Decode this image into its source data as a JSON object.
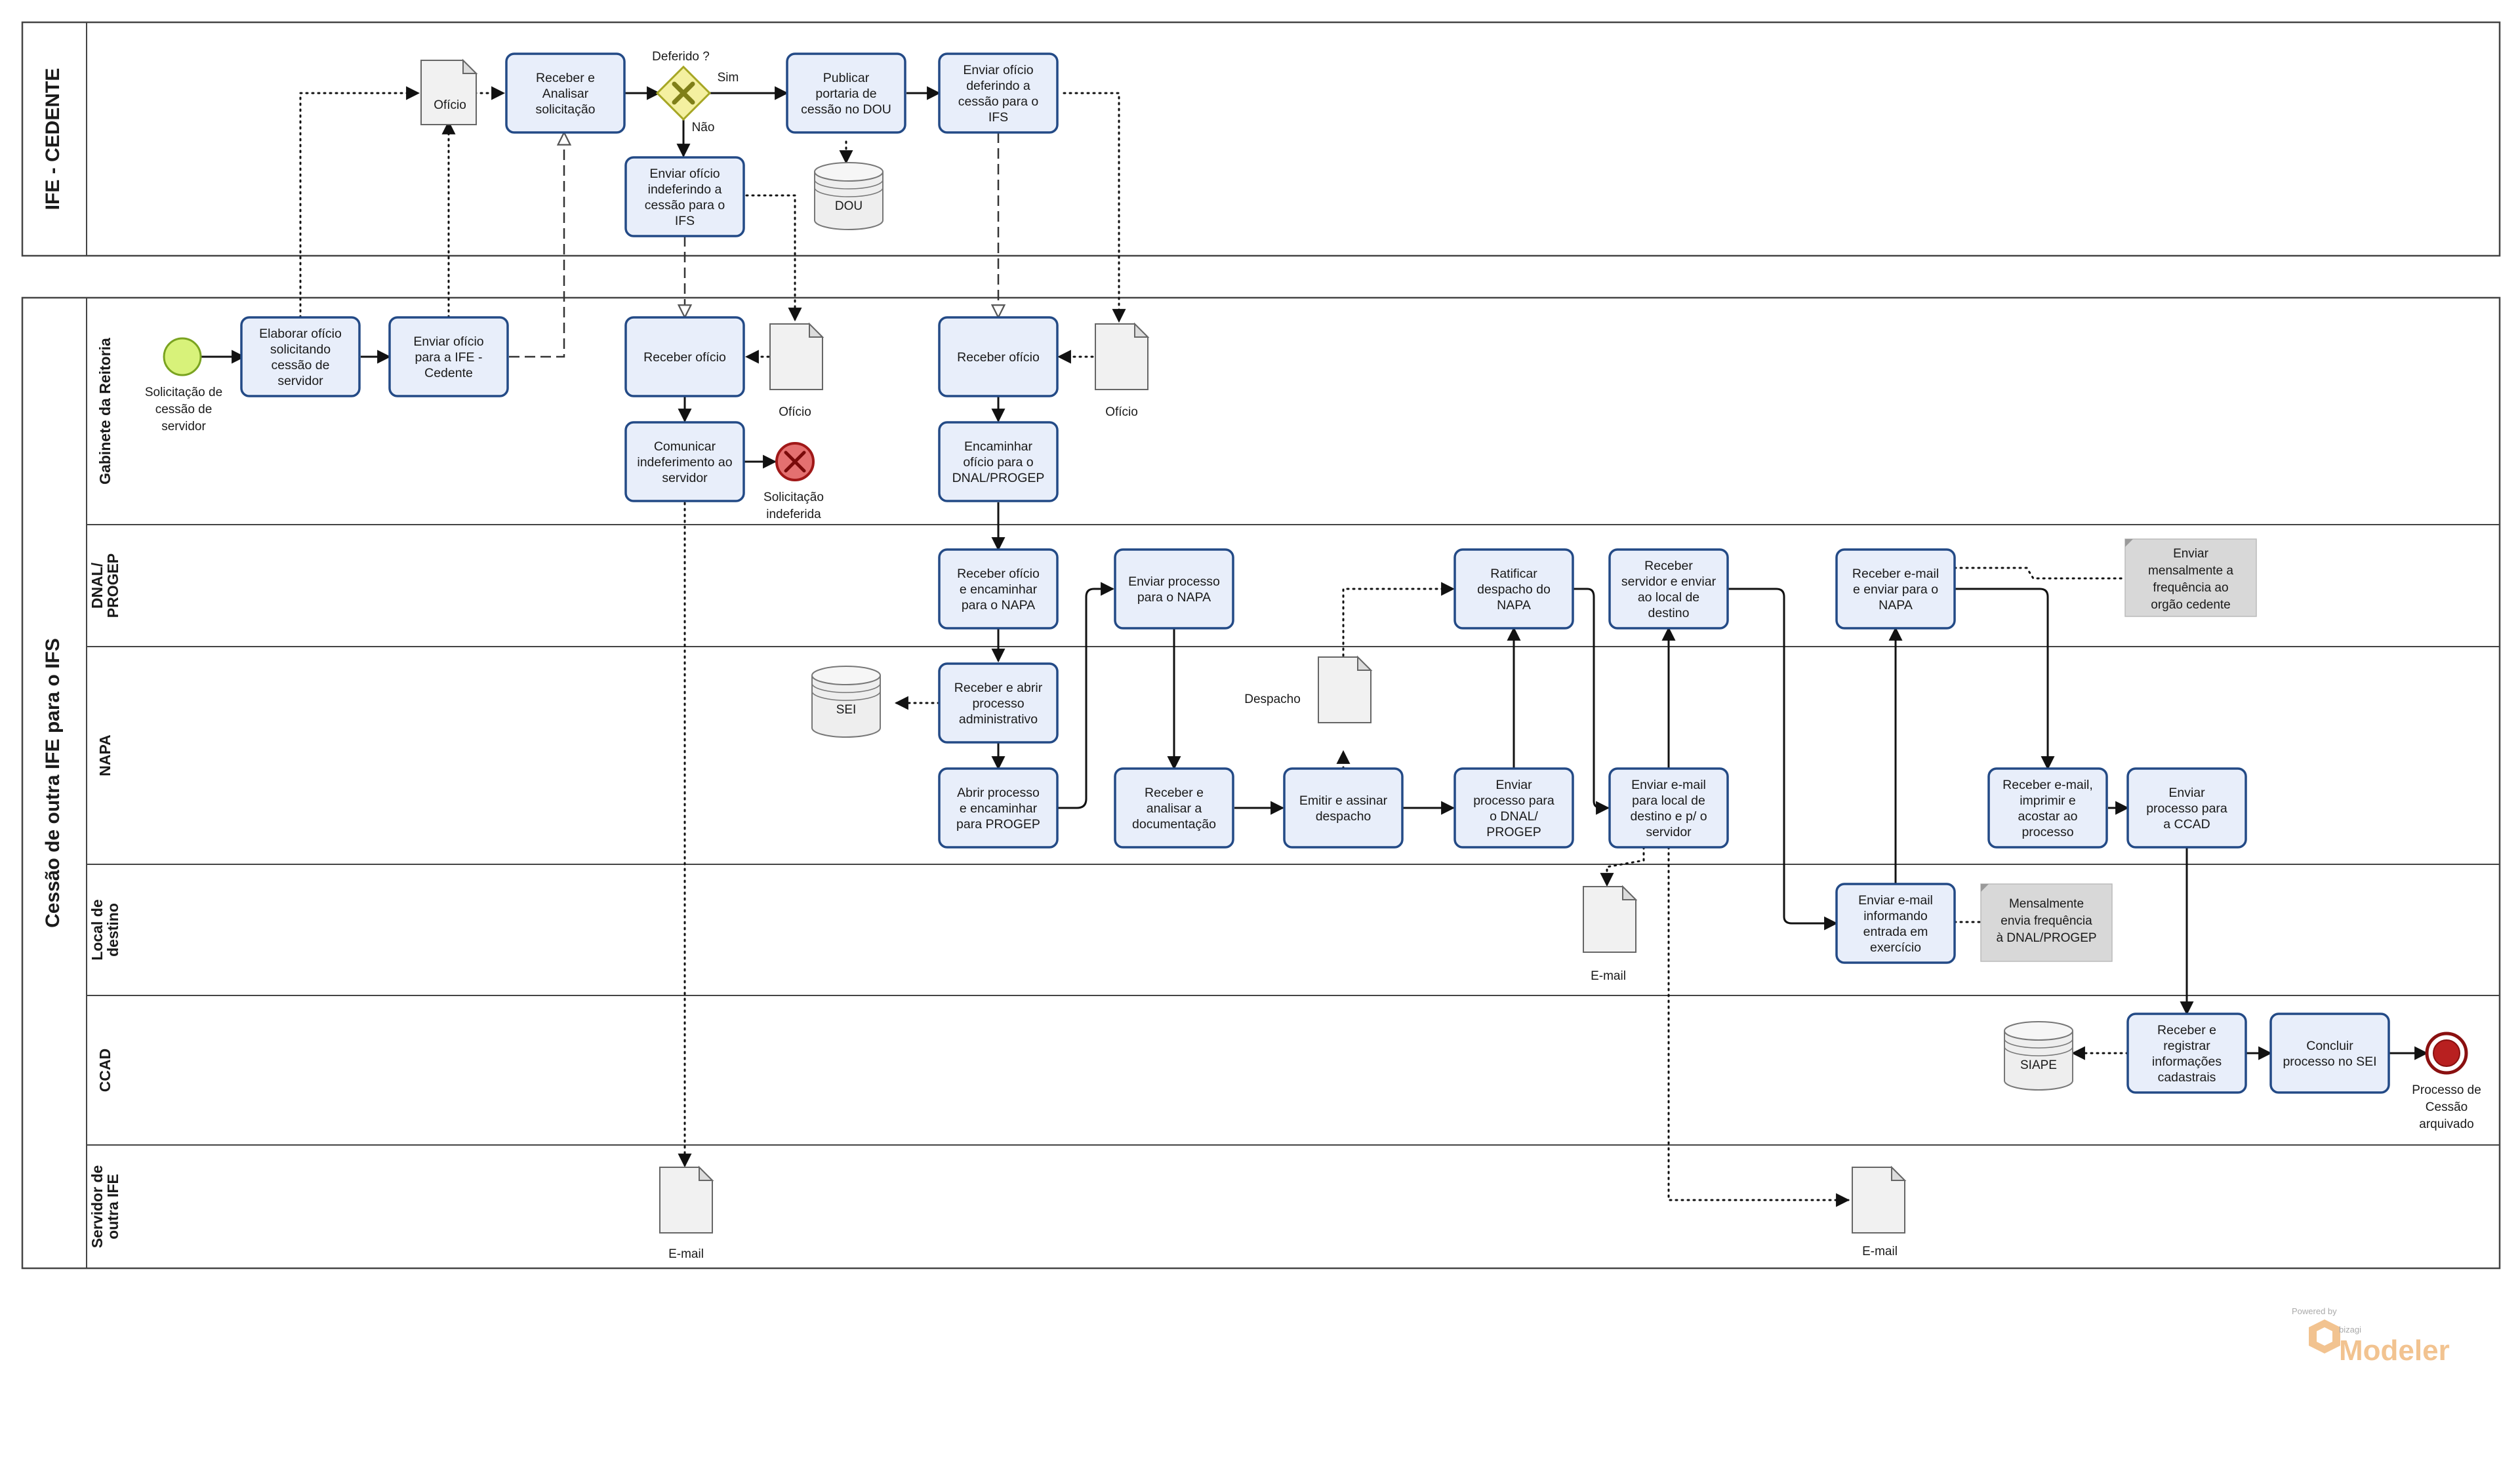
{
  "pools": {
    "cedente": "IFE - CEDENTE",
    "ifs": "Cessão de outra IFE para o IFS"
  },
  "lanes": {
    "gabinete": "Gabinete da Reitoria",
    "dnal_1": "DNAL/",
    "dnal_2": "PROGEP",
    "napa": "NAPA",
    "local_1": "Local de",
    "local_2": "destino",
    "ccad": "CCAD",
    "servidor_1": "Servidor de",
    "servidor_2": "outra IFE"
  },
  "tasks": {
    "receber_analisar": [
      "Receber e",
      "Analisar",
      "solicitação"
    ],
    "publicar_portaria": [
      "Publicar",
      "portaria de",
      "cessão no DOU"
    ],
    "enviar_deferindo": [
      "Enviar ofício",
      "deferindo a",
      "cessão para o",
      "IFS"
    ],
    "enviar_indeferindo": [
      "Enviar ofício",
      "indeferindo a",
      "cessão para o",
      "IFS"
    ],
    "elaborar_oficio": [
      "Elaborar ofício",
      "solicitando",
      "cessão de",
      "servidor"
    ],
    "enviar_oficio_ife": [
      "Enviar ofício",
      "para a IFE -",
      "Cedente"
    ],
    "receber_oficio_1": [
      "Receber ofício"
    ],
    "receber_oficio_2": [
      "Receber ofício"
    ],
    "comunicar_indeferimento": [
      "Comunicar",
      "indeferimento ao",
      "servidor"
    ],
    "encaminhar_oficio": [
      "Encaminhar",
      "ofício para o",
      "DNAL/PROGEP"
    ],
    "receber_encaminhar_napa": [
      "Receber ofício",
      "e encaminhar",
      "para o NAPA"
    ],
    "enviar_processo_napa": [
      "Enviar processo",
      "para o NAPA"
    ],
    "ratificar_despacho": [
      "Ratificar",
      "despacho do",
      "NAPA"
    ],
    "receber_servidor_enviar": [
      "Receber",
      "servidor e enviar",
      "ao local de",
      "destino"
    ],
    "receber_email_napa": [
      "Receber e-mail",
      "e enviar para o",
      "NAPA"
    ],
    "receber_abrir_processo": [
      "Receber e abrir",
      "processo",
      "administrativo"
    ],
    "abrir_processo_progep": [
      "Abrir processo",
      "e encaminhar",
      "para PROGEP"
    ],
    "receber_analisar_doc": [
      "Receber e",
      "analisar a",
      "documentação"
    ],
    "emitir_despacho": [
      "Emitir e assinar",
      "despacho"
    ],
    "enviar_processo_dnal": [
      "Enviar",
      "processo para",
      "o DNAL/",
      "PROGEP"
    ],
    "enviar_email_local": [
      "Enviar e-mail",
      "para local de",
      "destino e p/ o",
      "servidor"
    ],
    "receber_email_imprimir": [
      "Receber e-mail,",
      "imprimir e",
      "acostar ao",
      "processo"
    ],
    "enviar_processo_ccad": [
      "Enviar",
      "processo para",
      "a CCAD"
    ],
    "enviar_email_entrada": [
      "Enviar e-mail",
      "informando",
      "entrada em",
      "exercício"
    ],
    "receber_registrar": [
      "Receber e",
      "registrar",
      "informações",
      "cadastrais"
    ],
    "concluir_processo": [
      "Concluir",
      "processo no SEI"
    ]
  },
  "gateway": {
    "label": "Deferido ?",
    "yes": "Sim",
    "no": "Não"
  },
  "events": {
    "start": [
      "Solicitação de",
      "cessão de",
      "servidor"
    ],
    "error": [
      "Solicitação",
      "indeferida"
    ],
    "end": [
      "Processo de",
      "Cessão",
      "arquivado"
    ]
  },
  "artifacts": {
    "oficio_doc": "Ofício",
    "oficio_label_1": "Ofício",
    "oficio_label_2": "Ofício",
    "despacho": "Despacho",
    "email_local": "E-mail",
    "email_servidor_1": "E-mail",
    "email_servidor_2": "E-mail",
    "dou": "DOU",
    "sei": "SEI",
    "siape": "SIAPE"
  },
  "notes": {
    "frequencia_orgao": [
      "Enviar",
      "mensalmente a",
      "frequência ao",
      "orgão cedente"
    ],
    "frequencia_dnal": [
      "Mensalmente",
      "envia frequência",
      "à DNAL/PROGEP"
    ]
  },
  "branding": {
    "powered": "Powered by",
    "bizagi": "bizagi",
    "modeler": "Modeler"
  },
  "colors": {
    "task_fill": "#e8eefa",
    "task_stroke": "#234a86",
    "start_fill": "#d8f27a",
    "gateway_fill": "#f4f0a0",
    "error_fill": "#e47070",
    "end_fill": "#b82020"
  }
}
